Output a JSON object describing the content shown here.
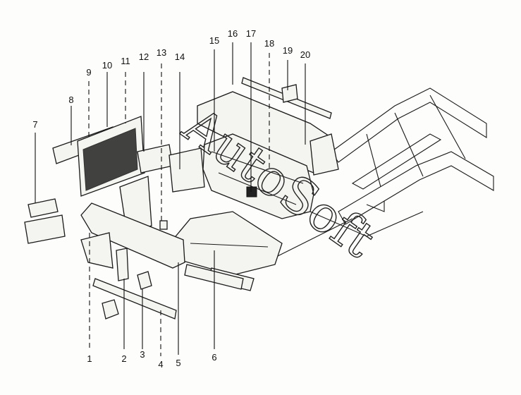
{
  "callouts": [
    "1",
    "2",
    "3",
    "4",
    "5",
    "6",
    "7",
    "8",
    "9",
    "10",
    "11",
    "12",
    "13",
    "14",
    "15",
    "16",
    "17",
    "18",
    "19",
    "20"
  ],
  "watermark": "AutoSoft"
}
